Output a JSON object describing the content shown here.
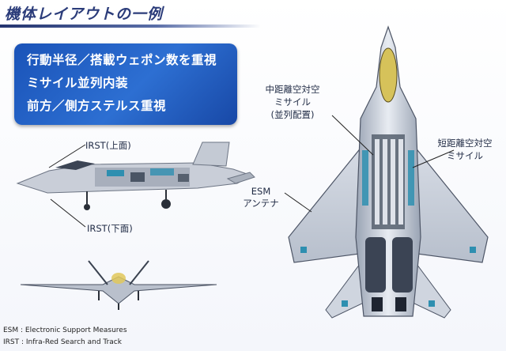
{
  "title": "機体レイアウトの一例",
  "requirements": [
    "行動半径／搭載ウェポン数を重視",
    "ミサイル並列内装",
    "前方／側方ステルス重視"
  ],
  "labels": {
    "irst_top": "IRST(上面)",
    "irst_bottom": "IRST(下面)",
    "mid_range_line1": "中距離空対空",
    "mid_range_line2": "ミサイル",
    "mid_range_line3": "(並列配置)",
    "short_range_line1": "短距離空対空",
    "short_range_line2": "ミサイル",
    "esm_line1": "ESM",
    "esm_line2": "アンテナ"
  },
  "abbreviations": [
    "ESM : Electronic Support Measures",
    "IRST : Infra-Red Search and Track"
  ],
  "colors": {
    "title": "#2b3c7a",
    "box": "#2463c4",
    "airframe": "#cfd6e2",
    "accent": "#3a8fb0"
  }
}
